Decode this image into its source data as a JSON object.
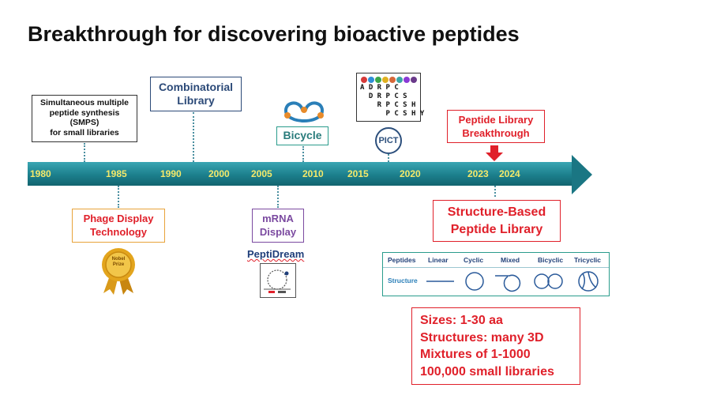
{
  "title": "Breakthrough for discovering bioactive peptides",
  "timeline": {
    "years": [
      "1980",
      "1985",
      "1990",
      "2000",
      "2005",
      "2010",
      "2015",
      "2020",
      "2023",
      "2024"
    ]
  },
  "smps": {
    "line1": "Simultaneous multiple",
    "line2": "peptide synthesis",
    "line3": "(SMPS)",
    "line4": "for small libraries"
  },
  "combinatorial": {
    "line1": "Combinatorial",
    "line2": "Library"
  },
  "bicycle": {
    "label": "Bicycle"
  },
  "pict": {
    "label": "PICT",
    "sequence_rows": [
      "A D R P C",
      "  D R P C S",
      "    R P C S H",
      "      P C S H Y"
    ]
  },
  "breakthrough": {
    "line1": "Peptide Library",
    "line2": "Breakthrough"
  },
  "phage": {
    "line1": "Phage Display",
    "line2": "Technology",
    "medal_line1": "Nobel",
    "medal_line2": "Prize"
  },
  "mrna": {
    "line1": "mRNA",
    "line2": "Display"
  },
  "peptidream": {
    "label": "PeptiDream"
  },
  "structure_library": {
    "line1": "Structure-Based",
    "line2": "Peptide Library"
  },
  "peptide_table": {
    "headers": [
      "Peptides",
      "Linear",
      "Cyclic",
      "Mixed",
      "Bicyclic",
      "Tricyclic"
    ],
    "row_label": "Structure"
  },
  "facts": [
    "Sizes: 1-30 aa",
    "Structures: many 3D",
    "Mixtures of 1-1000",
    "100,000 small libraries"
  ],
  "colors": {
    "arrow": "#1c7f8c",
    "year_text": "#f4e96a",
    "red": "#e0202a",
    "navy": "#2c4a78",
    "orange": "#e8a33a",
    "purple": "#7b4aa0",
    "teal": "#2a9c8c"
  }
}
